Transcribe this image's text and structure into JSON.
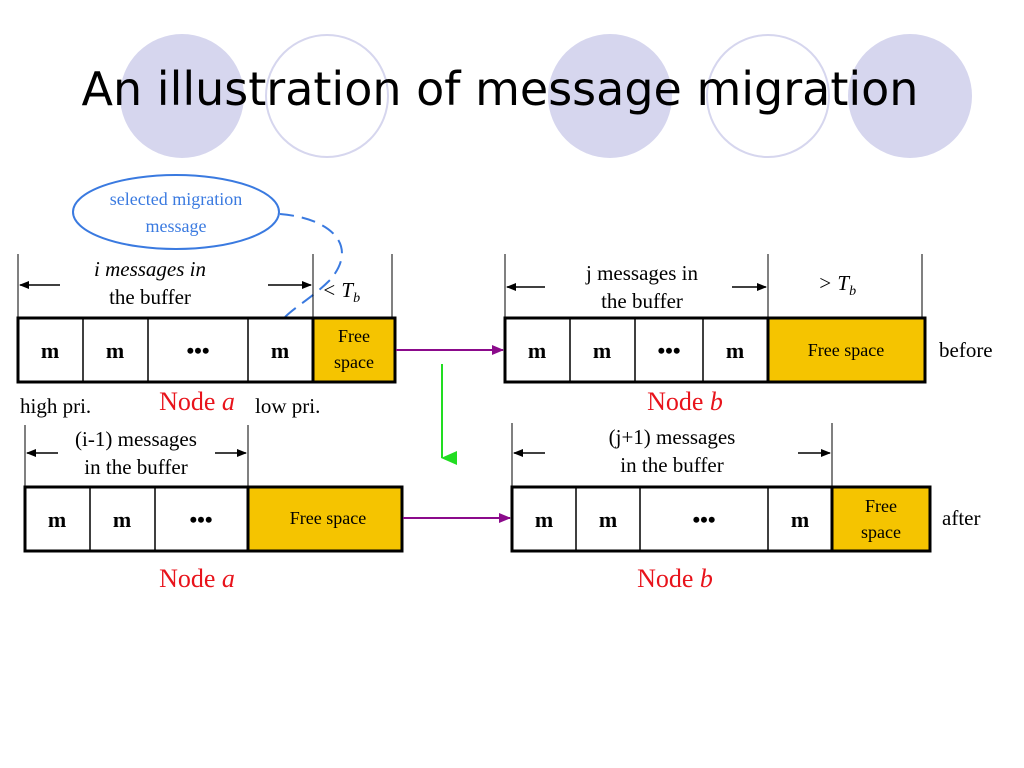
{
  "title": "An illustration of message migration",
  "callout": {
    "line1": "selected migration",
    "line2": "message"
  },
  "before": {
    "node_a": {
      "brace_label_1": "i messages in",
      "brace_label_2": "the buffer",
      "threshold": "< T",
      "threshold_sub": "b",
      "cells": [
        "m",
        "m",
        "•••",
        "m"
      ],
      "free_space_1": "Free",
      "free_space_2": "space",
      "high_pri": "high pri.",
      "low_pri": "low pri.",
      "node_label": "Node a"
    },
    "node_b": {
      "brace_label_1": "j messages in",
      "brace_label_2": "the buffer",
      "threshold": "> T",
      "threshold_sub": "b",
      "cells": [
        "m",
        "m",
        "•••",
        "m"
      ],
      "free_space": "Free space",
      "node_label": "Node b"
    },
    "state_label": "before"
  },
  "after": {
    "node_a": {
      "brace_label_1": "(i-1) messages",
      "brace_label_2": "in the buffer",
      "cells": [
        "m",
        "m",
        "•••"
      ],
      "free_space": "Free space",
      "node_label": "Node a"
    },
    "node_b": {
      "brace_label_1": "(j+1) messages",
      "brace_label_2": "in the buffer",
      "cells": [
        "m",
        "m",
        "•••",
        "m"
      ],
      "free_space_1": "Free",
      "free_space_2": "space",
      "node_label": "Node b"
    },
    "state_label": "after"
  },
  "colors": {
    "free_space": "#f5c400",
    "node_label": "#e8131b",
    "transfer_arrow": "#8b0a8b",
    "migration_arrow": "#22dd22",
    "callout": "#3a7ae0",
    "decor_circle": "#d6d6ee"
  }
}
